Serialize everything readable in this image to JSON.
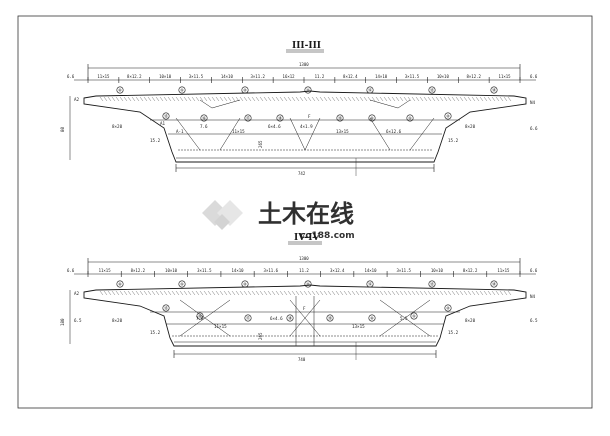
{
  "sections": [
    {
      "id": "section-3",
      "title": "III-III",
      "overall_width": "1300",
      "edge_left": "6.6",
      "edge_right": "6.6",
      "top_segments": [
        "11×15",
        "8×12.2",
        "10×10",
        "3×11.5",
        "14×10",
        "3×11.2",
        "16×12",
        "11.2",
        "8×12.4",
        "14×10",
        "3×11.5",
        "10×10",
        "8×12.2",
        "11×15"
      ],
      "tendon_labels": [
        "⑧",
        "⑨",
        "⑩",
        "⑪",
        "⑫",
        "⑬",
        "⑭",
        "⑮",
        "⑯",
        "⑰",
        "⑱",
        "⑲"
      ],
      "side_labels": {
        "left_mid": "8×20",
        "right_mid": "8×20",
        "left_low": "15.2",
        "right_low": "15.2",
        "right_side_a": "6.6",
        "right_side_b": "N4",
        "left_a": "A2",
        "left_b": "A1",
        "depth": "80"
      },
      "inner_labels": [
        "A-1",
        "7.6",
        "11×15",
        "13×15",
        "6×4.6",
        "4×1.9",
        "6×12.6",
        "F",
        "265"
      ],
      "bottom_width": "742"
    },
    {
      "id": "section-4",
      "title": "IV-IV",
      "overall_width": "1300",
      "edge_left": "6.6",
      "edge_right": "6.6",
      "top_segments": [
        "11×15",
        "8×12.2",
        "10×10",
        "3×11.5",
        "14×10",
        "3×11.6",
        "11.2",
        "3×12.4",
        "14×10",
        "3×11.5",
        "10×10",
        "8×12.2",
        "11×15"
      ],
      "tendon_labels": [
        "⑧",
        "⑨",
        "⑩",
        "⑪",
        "⑫",
        "⑬",
        "⑭",
        "⑮",
        "⑯",
        "⑰",
        "⑱",
        "⑲"
      ],
      "side_labels": {
        "left_mid": "8×20",
        "right_mid": "8×20",
        "left_low": "15.2",
        "right_low": "15.2",
        "right_side_a": "6.5",
        "right_side_b": "N4",
        "left_a": "A2",
        "left_b": "6.5",
        "depth": "180"
      },
      "inner_labels": [
        "11×15",
        "13×15",
        "6×4.6",
        "7.6",
        "5.5",
        "F",
        "265"
      ],
      "bottom_width": "740"
    }
  ],
  "watermark": {
    "main": "土木在线",
    "sub": "co188.com"
  },
  "colors": {
    "line": "#1a1a1a",
    "frame": "#333333",
    "watermark": "#d9d9d9"
  }
}
